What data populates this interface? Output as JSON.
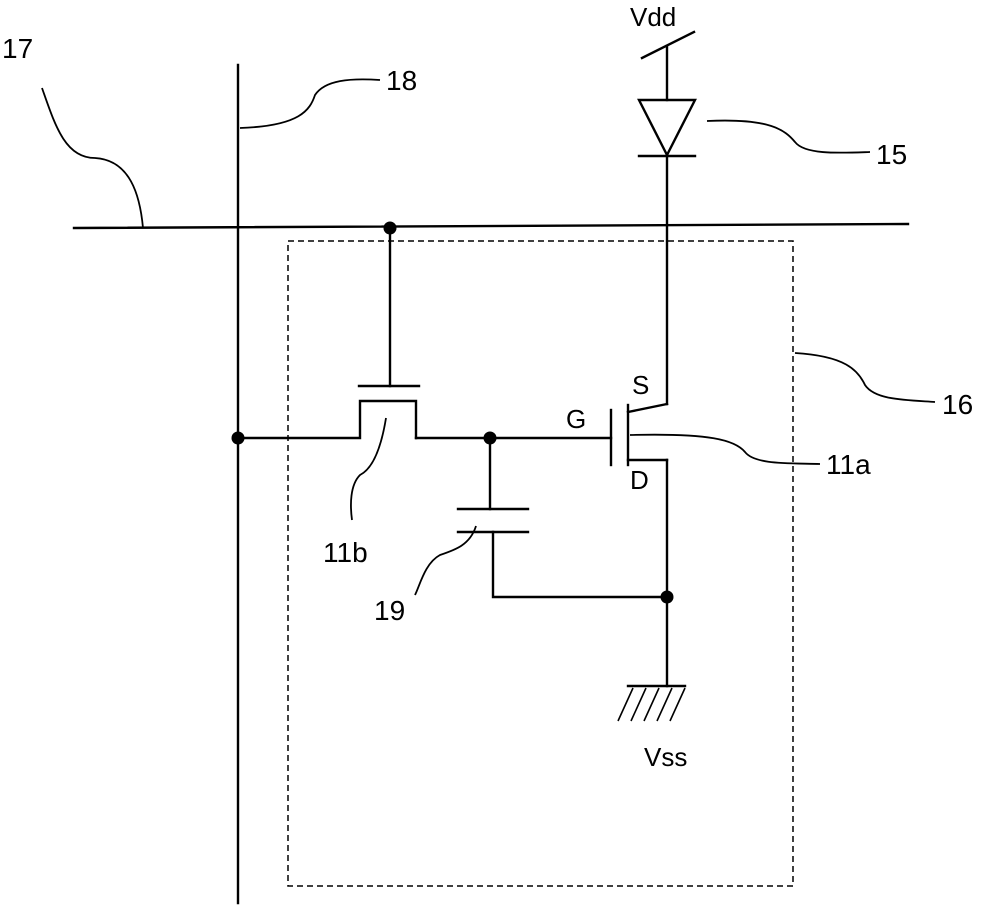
{
  "labels": {
    "vdd": "Vdd",
    "vss": "Vss",
    "source": "S",
    "drain": "D",
    "gate": "G"
  },
  "refs": {
    "scan_line": "17",
    "data_line": "18",
    "light_element": "15",
    "pixel_region": "16",
    "drive_transistor": "11a",
    "switch_transistor": "11b",
    "capacitor": "19"
  }
}
